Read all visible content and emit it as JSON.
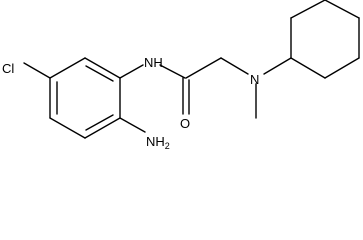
{
  "molecule": {
    "atoms": {
      "cl": "Cl",
      "nh": "NH",
      "nh2": "NH",
      "nh2_sub": "2",
      "o": "O",
      "n": "N"
    }
  }
}
